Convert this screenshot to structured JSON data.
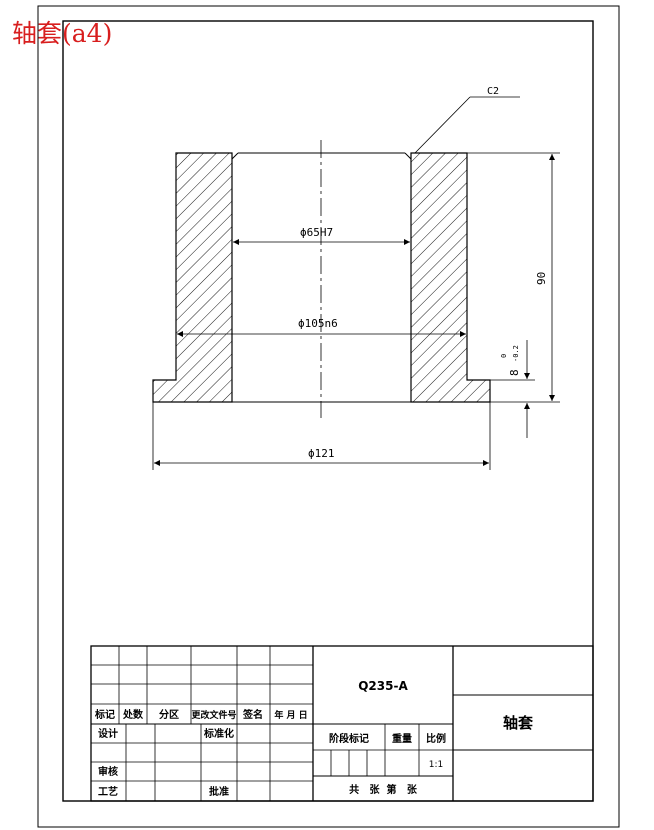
{
  "sheet": {
    "title": "轴套(a4)",
    "title_color": "#d81e1e"
  },
  "part": {
    "chamfer_label": "C2",
    "inner_dim_label": "ϕ65H7",
    "outer_dim_label": "ϕ105n6",
    "flange_dim_label": "ϕ121",
    "height_dim_label": "90",
    "flange_thickness_label": "8",
    "flange_tol_upper": "0",
    "flange_tol_lower": "-0.2"
  },
  "title_block": {
    "header": {
      "mark": "标记",
      "count": "处数",
      "zone": "分区",
      "change_doc": "更改文件号",
      "signature": "签名",
      "date": "年 月 日"
    },
    "design": "设计",
    "standardize": "标准化",
    "check": "审核",
    "process": "工艺",
    "approve": "批准",
    "material": "Q235-A",
    "stage_mark": "阶段标记",
    "weight": "重量",
    "scale_label": "比例",
    "scale_value": "1:1",
    "sheets": "共   张  第   张",
    "part_name": "轴套"
  }
}
